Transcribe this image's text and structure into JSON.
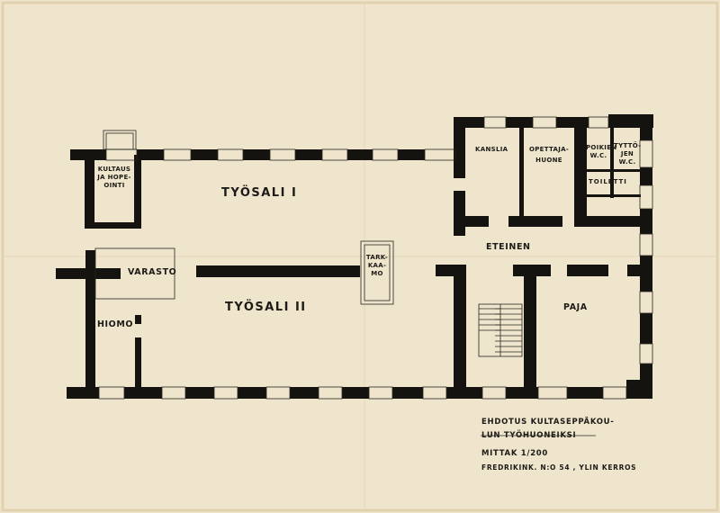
{
  "colors": {
    "paper": "#efe5cc",
    "paper_edge": "#e6d9b8",
    "ink": "#151310"
  },
  "rooms": {
    "kultaus": {
      "line1": "KULTAUS",
      "line2": "JA HOPE-",
      "line3": "OINTI"
    },
    "tyosali1": "TYÖSALI I",
    "tyosali2": "TYÖSALI II",
    "varasto": "VARASTO",
    "hiomo": "HIOMO",
    "tarkkaamo": {
      "line1": "TARK-",
      "line2": "KAA-",
      "line3": "MO"
    },
    "kanslia": "KANSLIA",
    "opettajahuone": {
      "line1": "OPETTAJA-",
      "line2": "HUONE"
    },
    "poikien_wc": {
      "line1": "POIKIEN",
      "line2": "W.C."
    },
    "tyttojen_wc": {
      "line1": "TYTTÖ-",
      "line2": "JEN",
      "line3": "W.C."
    },
    "toiletti": "TOILETTI",
    "eteinen": "ETEINEN",
    "paja": "PAJA"
  },
  "title_block": {
    "line1": "EHDOTUS KULTASEPPÄKOU-",
    "line2": "LUN TYÖHUONEIKSI",
    "scale": "MITTAK 1/200",
    "address": "FREDRIKINK. N:O 54 , YLIN KERROS"
  }
}
